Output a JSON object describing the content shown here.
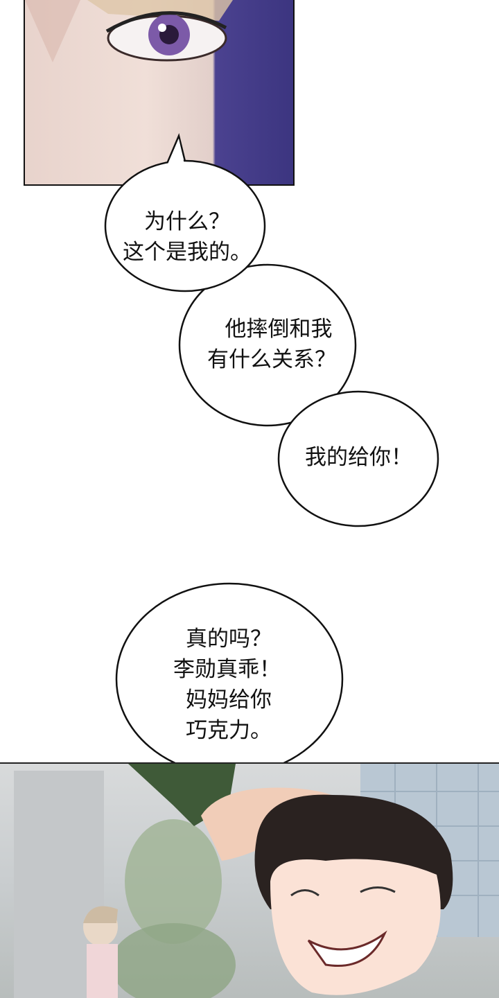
{
  "bubbles": [
    {
      "lines": [
        "为什么？",
        "这个是我的。"
      ]
    },
    {
      "lines": [
        "他摔倒和我",
        "有什么关系？"
      ]
    },
    {
      "lines": [
        "我的给你！"
      ]
    },
    {
      "lines": [
        "真的吗？",
        "李勋真乖！",
        "妈妈给你",
        "巧克力。"
      ]
    }
  ]
}
